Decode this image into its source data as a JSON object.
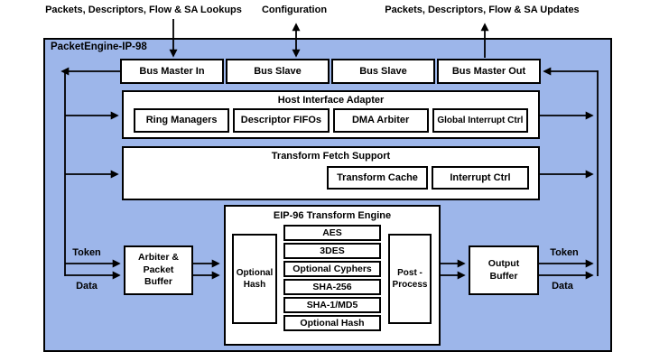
{
  "colors": {
    "engine_fill": "#9DB6EA",
    "box_fill": "#FFFFFF",
    "line": "#000000"
  },
  "top_labels": {
    "lookups": "Packets, Descriptors, Flow & SA Lookups",
    "configuration": "Configuration",
    "updates": "Packets, Descriptors, Flow & SA Updates"
  },
  "engine": {
    "title": "PacketEngine-IP-98",
    "bus_boxes": [
      "Bus Master In",
      "Bus Slave",
      "Bus Slave",
      "Bus Master Out"
    ],
    "host_interface_adapter": {
      "title": "Host Interface Adapter",
      "blocks": [
        "Ring Managers",
        "Descriptor FIFOs",
        "DMA Arbiter",
        "Global Interrupt Ctrl"
      ]
    },
    "transform_fetch": {
      "title": "Transform Fetch Support",
      "blocks": [
        "Transform Cache",
        "Interrupt Ctrl"
      ]
    },
    "eip96": {
      "title": "EIP-96 Transform Engine",
      "input_stage": "Optional Hash",
      "pipeline": [
        "AES",
        "3DES",
        "Optional Cyphers",
        "SHA-256",
        "SHA-1/MD5",
        "Optional Hash"
      ],
      "output_stage": "Post - Process"
    },
    "arbiter": "Arbiter & Packet Buffer",
    "output_buffer": "Output Buffer",
    "ports": {
      "token": "Token",
      "data": "Data"
    }
  }
}
